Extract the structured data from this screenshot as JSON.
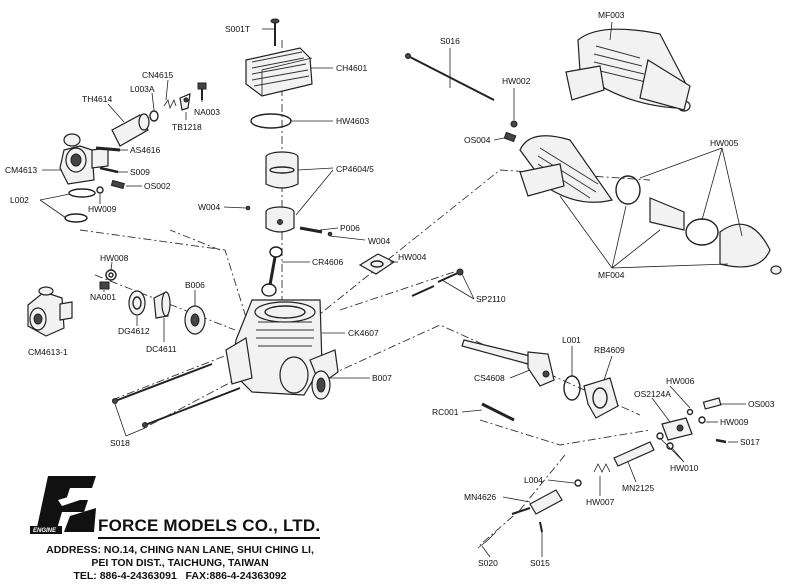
{
  "company": {
    "name": "FORCE MODELS CO., LTD.",
    "logo_text": "ENGINE",
    "address_line1": "ADDRESS: NO.14, CHING NAN LANE, SHUI CHING LI,",
    "address_line2": "PEI TON DIST., TAICHUNG, TAIWAN",
    "contact": "TEL: 886-4-24363091   FAX:886-4-24363092"
  },
  "labels": {
    "S001T": "S001T",
    "CH4601": "CH4601",
    "HW4603": "HW4603",
    "CP4604": "CP4604/5",
    "W004a": "W004",
    "P006": "P006",
    "W004b": "W004",
    "CR4606": "CR4606",
    "HW004": "HW004",
    "SP2110": "SP2110",
    "CK4607": "CK4607",
    "B007": "B007",
    "S018": "S018",
    "CN4615": "CN4615",
    "L003A": "L003A",
    "NA003": "NA003",
    "TH4614": "TH4614",
    "TB1218": "TB1218",
    "AS4616": "AS4616",
    "CM4613": "CM4613",
    "S009": "S009",
    "OS002": "OS002",
    "L002": "L002",
    "HW009a": "HW009",
    "HW008": "HW008",
    "NA001": "NA001",
    "DG4612": "DG4612",
    "B006": "B006",
    "DC4611": "DC4611",
    "CM4613_1": "CM4613-1",
    "S016": "S016",
    "MF003": "MF003",
    "HW002": "HW002",
    "OS004": "OS004",
    "HW005": "HW005",
    "MF004": "MF004",
    "L001": "L001",
    "RB4609": "RB4609",
    "CS4608": "CS4608",
    "HW006": "HW006",
    "OS2124A": "OS2124A",
    "OS003": "OS003",
    "HW009b": "HW009",
    "RC001": "RC001",
    "S017": "S017",
    "HW010": "HW010",
    "L004": "L004",
    "MN2125": "MN2125",
    "HW007": "HW007",
    "MN4626": "MN4626",
    "S020": "S020",
    "S015": "S015"
  }
}
